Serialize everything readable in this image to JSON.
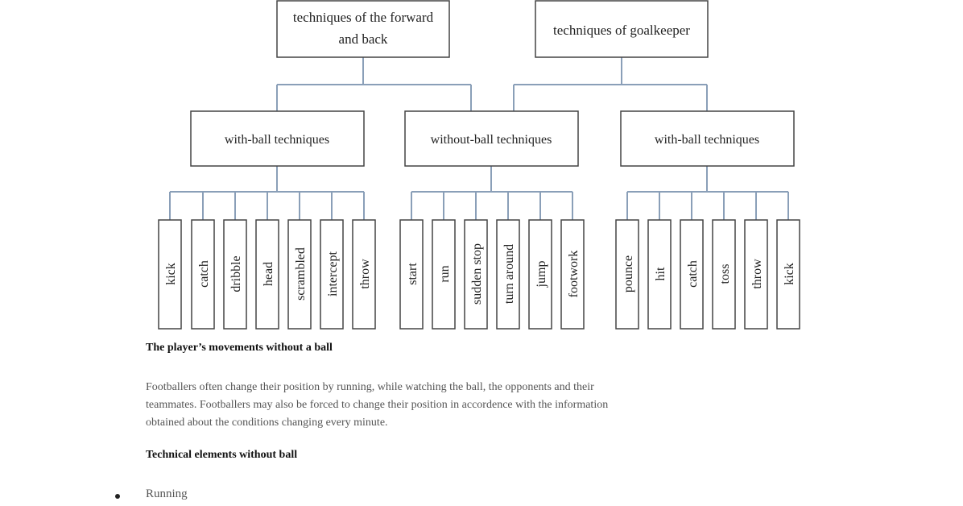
{
  "diagram": {
    "roots": [
      {
        "lines": [
          "techniques of the forward",
          "and back"
        ]
      },
      {
        "lines": [
          "techniques of goalkeeper"
        ]
      }
    ],
    "groups": [
      {
        "label": "with-ball techniques",
        "items": [
          "kick",
          "catch",
          "dribble",
          "head",
          "scrambled",
          "intercept",
          "throw"
        ]
      },
      {
        "label": "without-ball techniques",
        "items": [
          "start",
          "run",
          "sudden stop",
          "turn around",
          "jump",
          "footwork"
        ]
      },
      {
        "label": "with-ball techniques",
        "items": [
          "pounce",
          "hit",
          "catch",
          "toss",
          "throw",
          "kick"
        ]
      }
    ]
  },
  "document": {
    "heading1": "The player’s movements without a ball",
    "paragraph_lines": [
      "Footballers often change their position by running, while watching the ball, the opponents and their",
      "teammates. Footballers may also be forced to change their position in accordence with the information",
      "obtained about the conditions changing every minute."
    ],
    "heading2": "Technical elements without ball",
    "bullets": [
      "Running"
    ]
  }
}
